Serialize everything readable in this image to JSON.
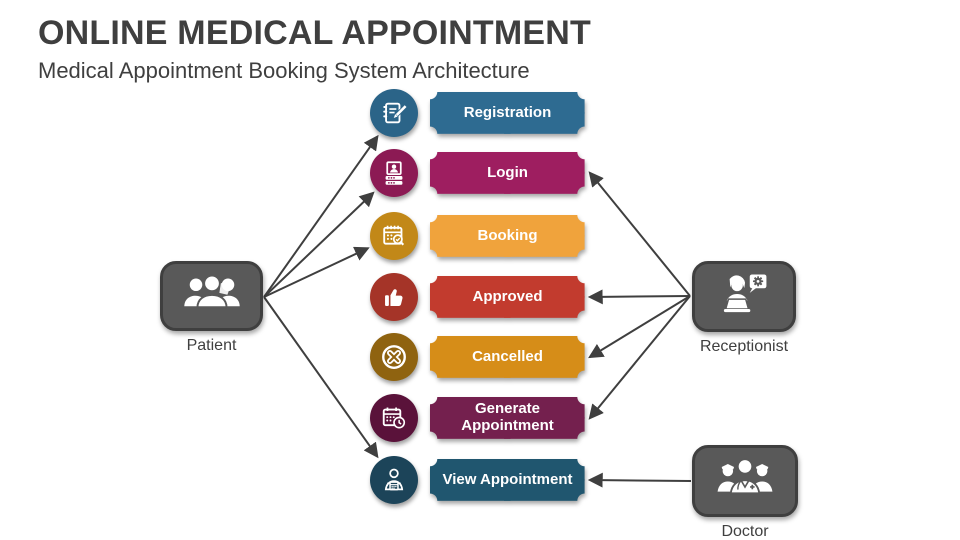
{
  "header": {
    "title": "ONLINE MEDICAL APPOINTMENT",
    "subtitle": "Medical Appointment Booking System Architecture"
  },
  "colors": {
    "title_text": "#3f3f3f",
    "arrow": "#3f3f3f",
    "actor_fill": "#595959",
    "actor_border": "#3f3f3f",
    "step_text": "#ffffff",
    "background": "#ffffff"
  },
  "actors": [
    {
      "id": "patient",
      "label": "Patient",
      "icon": "patients-group-icon"
    },
    {
      "id": "receptionist",
      "label": "Receptionist",
      "icon": "receptionist-icon"
    },
    {
      "id": "doctor",
      "label": "Doctor",
      "icon": "doctors-group-icon"
    }
  ],
  "steps": [
    {
      "id": "registration",
      "label": "Registration",
      "box_color": "#2e6b91",
      "icon_color": "#2b6488",
      "icon": "notebook-pencil-icon"
    },
    {
      "id": "login",
      "label": "Login",
      "box_color": "#9e1e60",
      "icon_color": "#8c1a54",
      "icon": "id-card-icon"
    },
    {
      "id": "booking",
      "label": "Booking",
      "box_color": "#f0a33c",
      "icon_color": "#c28818",
      "icon": "calendar-search-icon"
    },
    {
      "id": "approved",
      "label": "Approved",
      "box_color": "#c23b2e",
      "icon_color": "#a53428",
      "icon": "thumbs-up-icon"
    },
    {
      "id": "cancelled",
      "label": "Cancelled",
      "box_color": "#d68d18",
      "icon_color": "#8f6310",
      "icon": "cancel-circle-icon"
    },
    {
      "id": "generate",
      "label": "Generate Appointment",
      "box_color": "#74204e",
      "icon_color": "#5a123a",
      "icon": "calendar-clock-icon"
    },
    {
      "id": "view",
      "label": "View Appointment",
      "box_color": "#20566f",
      "icon_color": "#1c4459",
      "icon": "person-calendar-icon"
    }
  ],
  "connections": [
    {
      "from": "patient",
      "to": "registration",
      "target": "icon"
    },
    {
      "from": "patient",
      "to": "login",
      "target": "icon"
    },
    {
      "from": "patient",
      "to": "booking",
      "target": "icon"
    },
    {
      "from": "patient",
      "to": "view",
      "target": "icon"
    },
    {
      "from": "receptionist",
      "to": "login",
      "target": "box"
    },
    {
      "from": "receptionist",
      "to": "approved",
      "target": "box"
    },
    {
      "from": "receptionist",
      "to": "cancelled",
      "target": "box"
    },
    {
      "from": "receptionist",
      "to": "generate",
      "target": "box"
    },
    {
      "from": "doctor",
      "to": "view",
      "target": "box"
    }
  ]
}
